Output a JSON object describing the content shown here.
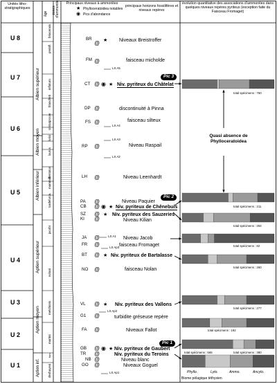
{
  "headers": {
    "col1": "Unités litho-stratigraphiques",
    "col2": "âge",
    "col3": "zones d'ammonites",
    "col4": "Principaux niveaux à ammonites",
    "legend_phyllo": "Phylloceratoidea notables",
    "legend_pics": "Pics d'abondance",
    "col5": "principaux horizons fossilifères et niveaux repères",
    "col6": "évolution quantitative des associations d'ammonites dans quelques niveaux repères pyriteux (exception faite du Faisceau Fromaget)"
  },
  "units": [
    "U 8",
    "U 7",
    "U 6",
    "U 5",
    "U 4",
    "U 3",
    "U 2",
    "U 1"
  ],
  "stages": [
    "Albien supérieur",
    "Albien moyen",
    "Albien inférieur",
    "Aptien supérieur",
    "Aptien moyen",
    "Aptien inf."
  ],
  "zones": [
    "briacensis",
    "perinfl.",
    "inflatum",
    "blancheti",
    "procer",
    "cristat.",
    "lorici",
    "lautus",
    "dentatus",
    "mammill.",
    "tardefurca.",
    "jacobi",
    "nolani",
    "melchioris",
    "martini",
    "furc.",
    "deshayesi"
  ],
  "codes": [
    "BR",
    "FM",
    "CT",
    "DP",
    "FS",
    "RP",
    "LH",
    "PA",
    "CB",
    "SZ",
    "KI",
    "JA",
    "FR",
    "BT",
    "NO",
    "VL",
    "G1",
    "FA",
    "GB",
    "TR",
    "NB",
    "GO"
  ],
  "ls_labels": [
    "LS A5",
    "LS A4",
    "LS A3",
    "LS A2",
    "LS Ap3",
    "LS Ap2",
    "LS Ap1",
    "LS A1"
  ],
  "levels": [
    {
      "text": "Niveaux Breistroffer",
      "bold": false
    },
    {
      "text": "faisceau micholde",
      "bold": false
    },
    {
      "text": "Niv. pyriteux du Châtelat",
      "bold": true
    },
    {
      "text": "discontinuité à Pinna",
      "bold": false
    },
    {
      "text": "faisceau silteux",
      "bold": false
    },
    {
      "text": "Niveau Raspail",
      "bold": false
    },
    {
      "text": "Niveau Leenhardt",
      "bold": false
    },
    {
      "text": "Niveau Paquier",
      "bold": false
    },
    {
      "text": "Niv. pyriteux de Chênebuis",
      "bold": true
    },
    {
      "text": "Niv. pyriteux des Sauzeries",
      "bold": true
    },
    {
      "text": "Niveau Kilian",
      "bold": false
    },
    {
      "text": "Niveau Jacob",
      "bold": false
    },
    {
      "text": "faisceau Fromaget",
      "bold": false
    },
    {
      "text": "Niv. pyriteux de Bartalasse",
      "bold": true
    },
    {
      "text": "faisceau Nolan",
      "bold": false
    },
    {
      "text": "Niv. pyriteux des Vallons",
      "bold": true
    },
    {
      "text": "turbidite gréseuse repère",
      "bold": false
    },
    {
      "text": "Niveaux Fallot",
      "bold": false
    },
    {
      "text": "Niv. pyriteux de Gaubert",
      "bold": true
    },
    {
      "text": "Niv. pyriteux du Teroins",
      "bold": true
    },
    {
      "text": "Niveau blanc",
      "bold": false
    },
    {
      "text": "Niveaux Goguel",
      "bold": false
    }
  ],
  "pics": [
    "Pic 3",
    "Pic 2",
    "Pic 1"
  ],
  "note": "Quasi absence de Phylloceratoidea",
  "totals": [
    "total spécimens : 750",
    "total spécimens : 211",
    "total spécimens : 294",
    "total spécimens : 82",
    "total spécimens : 260",
    "total spécimens : 277",
    "total spécimens : 192",
    "total spécimens : 565",
    "total spécimens : 380"
  ],
  "proportions": [
    {
      "phyllo": 0.38,
      "lyto": 0.02,
      "ammo": 0.33,
      "ancylo": 0.27
    },
    {
      "phyllo": 0.5,
      "lyto": 0.05,
      "ammo": 0.27,
      "ancylo": 0.18
    },
    {
      "phyllo": 0.23,
      "lyto": 0.11,
      "ammo": 0.4,
      "ancylo": 0.26
    },
    {
      "phyllo": 0.2,
      "lyto": 0.08,
      "ammo": 0.07,
      "ancylo": 0.65
    },
    {
      "phyllo": 0.28,
      "lyto": 0.1,
      "ammo": 0.32,
      "ancylo": 0.3
    },
    {
      "phyllo": 0.38,
      "lyto": 0.08,
      "ammo": 0.24,
      "ancylo": 0.3
    },
    {
      "phyllo": 0.3,
      "lyto": 0.13,
      "ammo": 0.27,
      "ancylo": 0.3
    },
    {
      "phyllo": 0.55,
      "lyto": 0.12,
      "ammo": 0.13,
      "ancylo": 0.2
    },
    {
      "phyllo": 0.25,
      "lyto": 0.27,
      "ammo": 0.25,
      "ancylo": 0.23
    }
  ],
  "bar_legend": [
    "Phyllo.",
    "Lyto.",
    "Ammo.",
    "Ancylo."
  ],
  "biome": "Biome pélagique téthysien",
  "colors": {
    "phyllo": "#6b6b6b",
    "lyto": "#c8c8c8",
    "ammo": "#9a9a9a",
    "ancylo": "#555555"
  }
}
